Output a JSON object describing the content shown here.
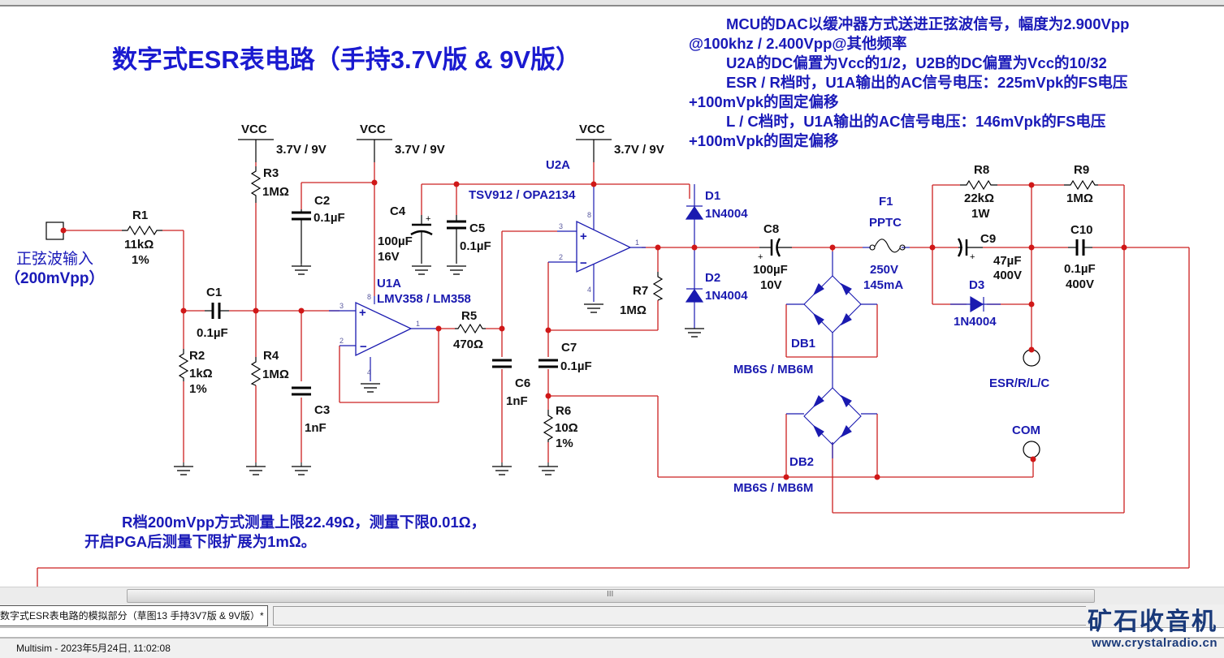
{
  "window": {
    "app": "Multisim"
  },
  "title": "数字式ESR表电路（手持3.7V版 & 9V版）",
  "notes": [
    {
      "text": "MCU的DAC以缓冲器方式送进正弦波信号，幅度为2.900Vpp",
      "indent": true
    },
    {
      "text": "@100khz / 2.400Vpp@其他频率",
      "indent": false
    },
    {
      "text": "U2A的DC偏置为Vcc的1/2，U2B的DC偏置为Vcc的10/32",
      "indent": true
    },
    {
      "text": "ESR / R档时，U1A输出的AC信号电压：225mVpk的FS电压",
      "indent": true
    },
    {
      "text": "+100mVpk的固定偏移",
      "indent": false
    },
    {
      "text": "L / C档时，U1A输出的AC信号电压：146mVpk的FS电压",
      "indent": true
    },
    {
      "text": "+100mVpk的固定偏移",
      "indent": false
    }
  ],
  "input": {
    "line1": "正弦波输入",
    "line2": "（200mVpp）"
  },
  "bottom_note": {
    "line1": "R档200mVpp方式测量上限22.49Ω，测量下限0.01Ω，",
    "line2": "开启PGA后测量下限扩展为1mΩ。"
  },
  "power": {
    "vcc_label": "VCC",
    "vcc_value": "3.7V / 9V"
  },
  "components": {
    "R1": {
      "ref": "R1",
      "value": "11kΩ",
      "tol": "1%"
    },
    "R2": {
      "ref": "R2",
      "value": "1kΩ",
      "tol": "1%"
    },
    "R3": {
      "ref": "R3",
      "value": "1MΩ"
    },
    "R4": {
      "ref": "R4",
      "value": "1MΩ"
    },
    "R5": {
      "ref": "R5",
      "value": "470Ω"
    },
    "R6": {
      "ref": "R6",
      "value": "10Ω",
      "tol": "1%"
    },
    "R7": {
      "ref": "R7",
      "value": "1MΩ"
    },
    "R8": {
      "ref": "R8",
      "value": "22kΩ",
      "power": "1W"
    },
    "R9": {
      "ref": "R9",
      "value": "1MΩ"
    },
    "C1": {
      "ref": "C1",
      "value": "0.1µF"
    },
    "C2": {
      "ref": "C2",
      "value": "0.1µF"
    },
    "C3": {
      "ref": "C3",
      "value": "1nF"
    },
    "C4": {
      "ref": "C4",
      "value": "100µF",
      "voltage": "16V"
    },
    "C5": {
      "ref": "C5",
      "value": "0.1µF"
    },
    "C6": {
      "ref": "C6",
      "value": "1nF"
    },
    "C7": {
      "ref": "C7",
      "value": "0.1µF"
    },
    "C8": {
      "ref": "C8",
      "value": "100µF",
      "voltage": "10V"
    },
    "C9": {
      "ref": "C9",
      "value": "47µF",
      "voltage": "400V"
    },
    "C10": {
      "ref": "C10",
      "value": "0.1µF",
      "voltage": "400V"
    },
    "D1": {
      "ref": "D1",
      "value": "1N4004"
    },
    "D2": {
      "ref": "D2",
      "value": "1N4004"
    },
    "D3": {
      "ref": "D3",
      "value": "1N4004"
    },
    "F1": {
      "ref": "F1",
      "type": "PPTC",
      "voltage": "250V",
      "current": "145mA"
    },
    "U1A": {
      "ref": "U1A",
      "value": "LMV358 / LM358"
    },
    "U2A": {
      "ref": "U2A",
      "value": "TSV912 / OPA2134"
    },
    "DB1": {
      "ref": "DB1",
      "value": "MB6S / MB6M"
    },
    "DB2": {
      "ref": "DB2",
      "value": "MB6S / MB6M"
    }
  },
  "pins": {
    "p1": "1",
    "p2": "2",
    "p3": "3",
    "p4": "4",
    "p8": "8",
    "plus": "+",
    "minus": "−"
  },
  "terminals": {
    "esr": "ESR/R/L/C",
    "com": "COM"
  },
  "tab": {
    "label": "数字式ESR表电路的模拟部分（草图13 手持3V7版 & 9V版）*"
  },
  "scroll": {
    "grip": "III"
  },
  "status": {
    "text": "Multisim  -  2023年5月24日, 11:02:08"
  },
  "logo": {
    "name": "矿石收音机",
    "url": "www.crystalradio.cn"
  },
  "colors": {
    "wire": "#cc2020",
    "component": "#1a1ab0",
    "text": "#1a1ab8",
    "junction": "#d01818"
  }
}
